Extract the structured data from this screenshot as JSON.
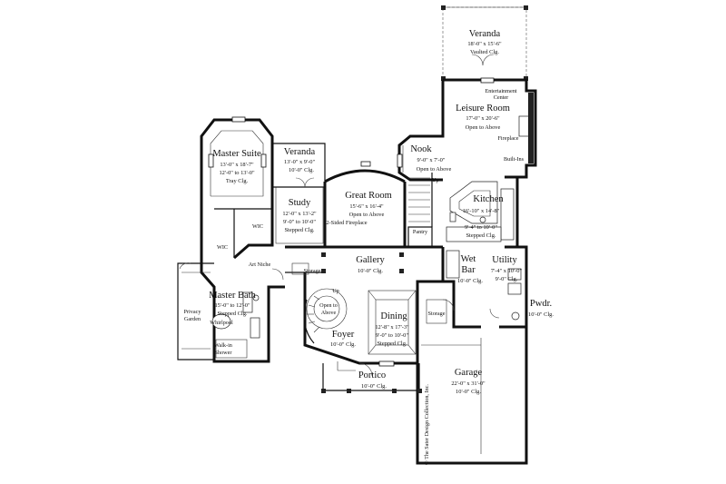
{
  "rooms": {
    "veranda_top": {
      "name": "Veranda",
      "dims": "18'-0\" x 15'-6\"",
      "ceiling": "Vaulted Clg."
    },
    "leisure_room": {
      "name": "Leisure Room",
      "dims": "17'-0\" x 20'-6\"",
      "ceiling": "Open to Above"
    },
    "entertainment_center": {
      "line1": "Entertainment",
      "line2": "Center"
    },
    "fireplace": "Fireplace",
    "built_ins": "Built-Ins",
    "nook": {
      "name": "Nook",
      "dims": "9'-0\" x 7'-0\"",
      "ceiling": "Open to Above"
    },
    "kitchen": {
      "name": "Kitchen",
      "dims": "16'-10\" x 14'-8\"",
      "dims2": "9'-4\" to 10'-0\"",
      "ceiling": "Stepped Clg."
    },
    "master_suite": {
      "name": "Master Suite",
      "dims": "13'-0\" x 18'-7\"",
      "dims2": "12'-0\" to 13'-0\"",
      "ceiling": "Tray Clg."
    },
    "veranda_side": {
      "name": "Veranda",
      "dims": "13'-0\" x 9'-0\"",
      "ceiling": "10'-0\" Clg."
    },
    "study": {
      "name": "Study",
      "dims": "12'-0\" x 13'-2\"",
      "dims2": "9'-0\" to 10'-0\"",
      "ceiling": "Stepped Clg."
    },
    "great_room": {
      "name": "Great Room",
      "dims": "15'-6\" x 16'-4\"",
      "ceiling": "Open to Above",
      "extra": "2-Sided Fireplace"
    },
    "up_stair": "Up",
    "pantry": "Pantry",
    "wic_1": "WIC",
    "wic_2": "WIC",
    "art_niche": "Art Niche",
    "storage_1": "Storage",
    "gallery": {
      "name": "Gallery",
      "ceiling": "10'-0\" Clg."
    },
    "wet_bar": {
      "line1": "Wet",
      "line2": "Bar",
      "ceiling": "10'-0\" Clg."
    },
    "utility": {
      "name": "Utility",
      "dims": "7'-4\" x 10'-0\"",
      "ceiling": "9'-0\" Clg."
    },
    "master_bath": {
      "name": "Master Bath",
      "dims": "15'-0\" to 12'-0\"",
      "ceiling": "Stepped Clg."
    },
    "privacy_garden": {
      "line1": "Privacy",
      "line2": "Garden"
    },
    "whirlpool": "Whirlpool",
    "walk_in_shower": {
      "line1": "Walk-in",
      "line2": "Shower"
    },
    "foyer_up": "Up",
    "open_to_above": {
      "line1": "Open to",
      "line2": "Above"
    },
    "foyer": {
      "name": "Foyer",
      "ceiling": "10'-0\" Clg."
    },
    "dining": {
      "name": "Dining",
      "dims": "12'-8\" x 17'-3\"",
      "dims2": "9'-0\" to 10'-0\"",
      "ceiling": "Stepped Clg."
    },
    "storage_2": "Storage",
    "powder": {
      "name": "Pwdr.",
      "ceiling": "10'-0\" Clg."
    },
    "portico": {
      "name": "Portico",
      "ceiling": "10'-0\" Clg."
    },
    "garage": {
      "name": "Garage",
      "dims": "22'-0\" x 31'-0\"",
      "ceiling": "10'-0\" Clg."
    }
  },
  "copyright": "© The Sater Design Collection, Inc."
}
